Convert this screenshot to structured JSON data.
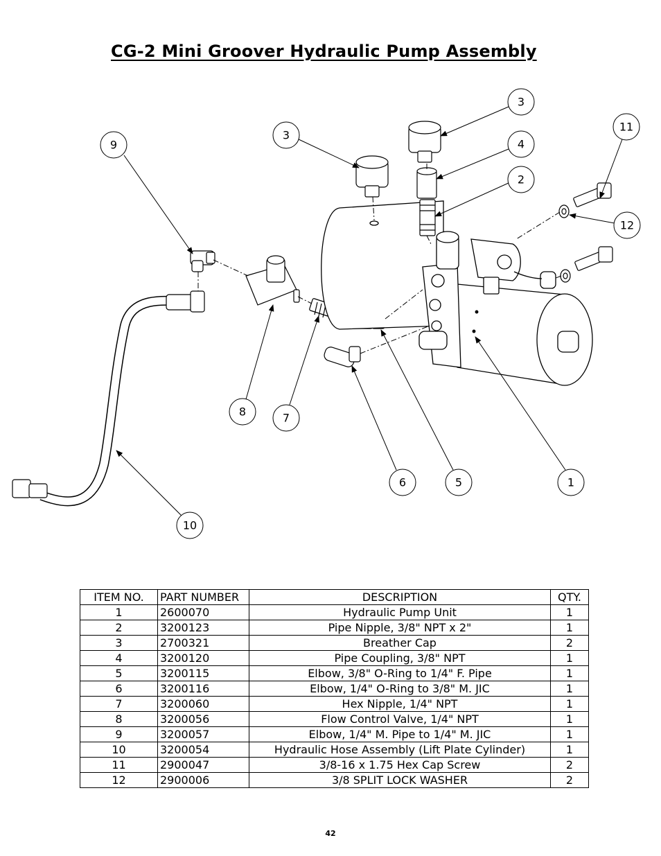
{
  "title": "CG-2 Mini Groover Hydraulic Pump Assembly",
  "callouts": [
    "3",
    "3",
    "4",
    "2",
    "11",
    "12",
    "9",
    "8",
    "7",
    "6",
    "5",
    "1",
    "10"
  ],
  "table": {
    "headers": [
      "ITEM NO.",
      "PART NUMBER",
      "DESCRIPTION",
      "QTY."
    ],
    "rows": [
      {
        "item": "1",
        "part": "2600070",
        "desc": "Hydraulic Pump Unit",
        "qty": "1"
      },
      {
        "item": "2",
        "part": "3200123",
        "desc": "Pipe Nipple, 3/8\" NPT x 2\"",
        "qty": "1"
      },
      {
        "item": "3",
        "part": "2700321",
        "desc": "Breather Cap",
        "qty": "2"
      },
      {
        "item": "4",
        "part": "3200120",
        "desc": "Pipe Coupling, 3/8\" NPT",
        "qty": "1"
      },
      {
        "item": "5",
        "part": "3200115",
        "desc": "Elbow, 3/8\" O-Ring to 1/4\" F. Pipe",
        "qty": "1"
      },
      {
        "item": "6",
        "part": "3200116",
        "desc": "Elbow, 1/4\" O-Ring to 3/8\" M. JIC",
        "qty": "1"
      },
      {
        "item": "7",
        "part": "3200060",
        "desc": "Hex Nipple, 1/4\" NPT",
        "qty": "1"
      },
      {
        "item": "8",
        "part": "3200056",
        "desc": "Flow Control Valve, 1/4\" NPT",
        "qty": "1"
      },
      {
        "item": "9",
        "part": "3200057",
        "desc": "Elbow, 1/4\" M. Pipe to 1/4\" M. JIC",
        "qty": "1"
      },
      {
        "item": "10",
        "part": "3200054",
        "desc": "Hydraulic Hose Assembly (Lift Plate Cylinder)",
        "qty": "1"
      },
      {
        "item": "11",
        "part": "2900047",
        "desc": "3/8-16 x 1.75 Hex Cap Screw",
        "qty": "2"
      },
      {
        "item": "12",
        "part": "2900006",
        "desc": "3/8 SPLIT LOCK WASHER",
        "qty": "2"
      }
    ]
  },
  "page_number": "42"
}
